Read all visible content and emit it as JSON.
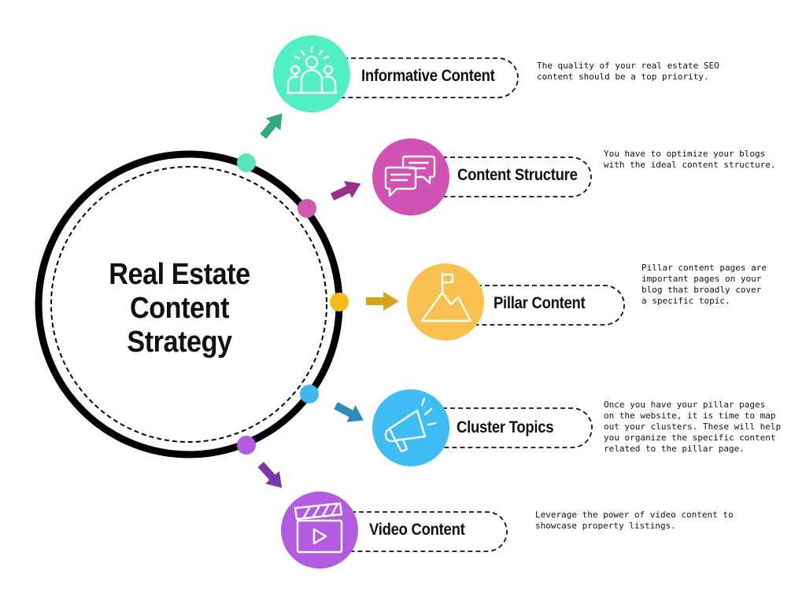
{
  "center": {
    "title_lines": [
      "Real Estate",
      "Content",
      "Strategy"
    ]
  },
  "colors": {
    "informative": "#52EFC6",
    "structure": "#D251B5",
    "pillar": "#F8C14F",
    "cluster": "#3DBDF4",
    "video": "#B35BE0",
    "arrow_informative": "#2FA882",
    "arrow_structure": "#9A2D84",
    "arrow_pillar": "#D9A21A",
    "arrow_cluster": "#2F8AB8",
    "arrow_video": "#7A37A8",
    "dot_informative": "#5AE5C0",
    "dot_structure": "#D157B2",
    "dot_pillar": "#F5BA1A",
    "dot_cluster": "#3EB8EE",
    "dot_video": "#B35BE0"
  },
  "items": [
    {
      "key": "informative",
      "label": "Informative Content",
      "icon": "people-icon",
      "description": "The quality of your real estate SEO\ncontent should be a top priority."
    },
    {
      "key": "structure",
      "label": "Content Structure",
      "icon": "chat-bubbles-icon",
      "description": "You have to optimize your blogs\nwith the ideal content structure."
    },
    {
      "key": "pillar",
      "label": "Pillar Content",
      "icon": "mountain-flag-icon",
      "description": "Pillar content pages are\nimportant pages on your\nblog that broadly cover\na specific topic."
    },
    {
      "key": "cluster",
      "label": "Cluster Topics",
      "icon": "megaphone-icon",
      "description": "Once you have your pillar pages\non the website, it is time to map\nout your clusters. These will help\nyou organize the specific content\nrelated to the pillar page."
    },
    {
      "key": "video",
      "label": "Video Content",
      "icon": "clapperboard-play-icon",
      "description": "Leverage the power of video content to\nshowcase property listings."
    }
  ]
}
